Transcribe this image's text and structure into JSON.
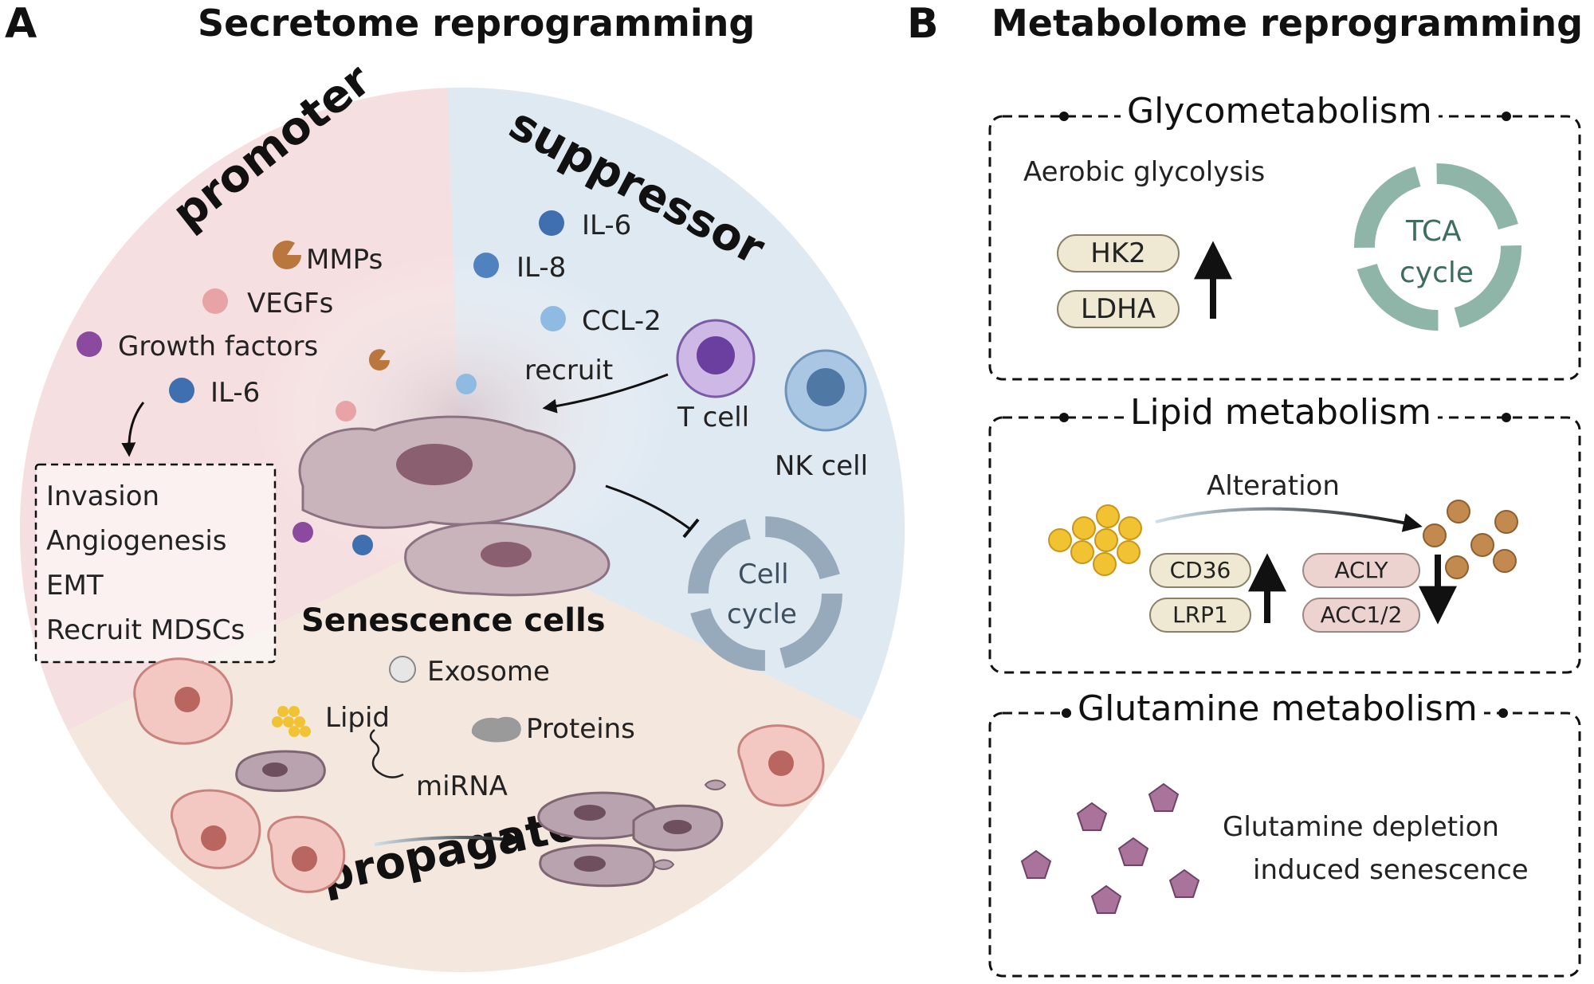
{
  "panelA": {
    "letter": "A",
    "title": "Secretome reprogramming",
    "sector_promoter": "promoter",
    "sector_suppressor": "suppressor",
    "sector_propagator": "propagator",
    "promoter_factors": [
      "MMPs",
      "VEGFs",
      "Growth factors",
      "IL-6"
    ],
    "promoter_effects": [
      "Invasion",
      "Angiogenesis",
      "EMT",
      "Recruit MDSCs"
    ],
    "suppressor_factors": [
      "IL-6",
      "IL-8",
      "CCL-2"
    ],
    "recruit_label": "recruit",
    "t_cell": "T cell",
    "nk_cell": "NK cell",
    "cell_cycle": [
      "Cell",
      "cycle"
    ],
    "center_label": "Senescence cells",
    "exosome": "Exosome",
    "lipid": "Lipid",
    "proteins": "Proteins",
    "mirna": "miRNA"
  },
  "panelB": {
    "letter": "B",
    "title": "Metabolome reprogramming",
    "glyco": {
      "title": "Glycometabolism",
      "subtitle": "Aerobic glycolysis",
      "pills": [
        "HK2",
        "LDHA"
      ],
      "tca": [
        "TCA",
        "cycle"
      ]
    },
    "lipid": {
      "title": "Lipid metabolism",
      "alteration": "Alteration",
      "up_pills": [
        "CD36",
        "LRP1"
      ],
      "down_pills": [
        "ACLY",
        "ACC1/2"
      ]
    },
    "glutamine": {
      "title": "Glutamine metabolism",
      "text": [
        "Glutamine depletion",
        "induced senescence"
      ]
    }
  },
  "colors": {
    "promoter_bg": "#f6dfe0",
    "suppressor_bg": "#dfe9f2",
    "propagator_bg": "#f4e7dd",
    "blue_dot": "#3f6fae",
    "light_blue_dot": "#8fbbe3",
    "pink_dot": "#e8a3a6",
    "purple_dot": "#8b4a9e",
    "brown_dot": "#b9773e",
    "lipid_yellow": "#f1c232",
    "lipid_brown": "#c28a4e",
    "glutamine_pentagon": "#a9739c",
    "tca_green": "#8fb5a8",
    "cell_cycle_gray": "#97aabb"
  }
}
